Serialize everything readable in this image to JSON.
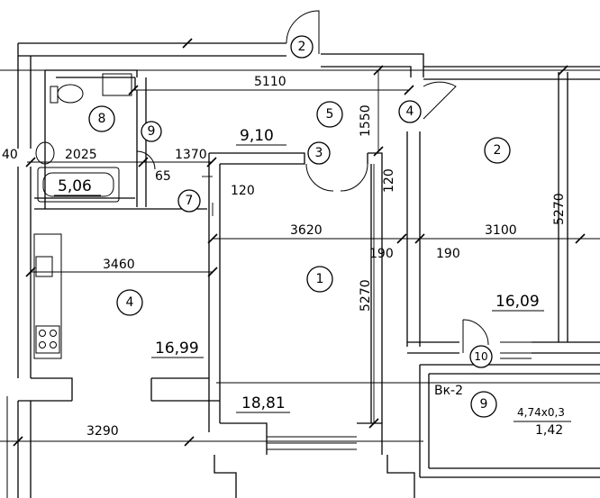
{
  "dimensions": {
    "d5110": "5110",
    "d1550": "1550",
    "d2025": "2025",
    "d40": "40",
    "d1370": "1370",
    "d65": "65",
    "d120a": "120",
    "d120b": "120",
    "d3620": "3620",
    "d3100": "3100",
    "d5270a": "5270",
    "d5270b": "5270",
    "d190a": "190",
    "d190b": "190",
    "d3460": "3460",
    "d3290": "3290"
  },
  "areas": {
    "a1": "18,81",
    "a2": "16,09",
    "a4": "16,99",
    "a5": "9,10",
    "a8": "5,06",
    "a9": "1,42",
    "balcony_size": "4,74x0,3",
    "balcony_code": "Вк-2"
  },
  "markers": {
    "m1": "1",
    "m2a": "2",
    "m2b": "2",
    "m3": "3",
    "m4a": "4",
    "m4b": "4",
    "m5": "5",
    "m7": "7",
    "m8": "8",
    "m9a": "9",
    "m9b": "9",
    "m10": "10"
  }
}
